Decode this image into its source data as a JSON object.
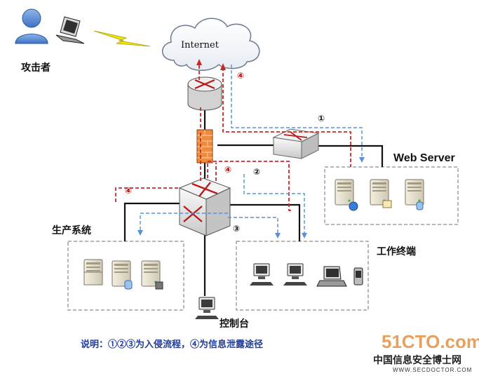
{
  "labels": {
    "attacker": "攻击者",
    "internet": "Internet",
    "web_server": "Web Server",
    "production": "生产系统",
    "workstations": "工作终端",
    "console": "控制台",
    "caption": "说明：①②③为入侵流程，④为信息泄露途径"
  },
  "markers": {
    "m1": "①",
    "m2": "②",
    "m3": "③",
    "m4_top": "④",
    "m4_mid": "④",
    "m4_left": "④"
  },
  "watermark": {
    "brand": "51CTO.com",
    "site_cn": "中国信息安全博士网",
    "site_url": "WWW.SECDOCTOR.COM"
  },
  "colors": {
    "intrusion_path": "#c62828",
    "leak_path": "#5b8fd6",
    "caption": "#1f3d99"
  },
  "icons": [
    "user-icon",
    "laptop-icon",
    "lightning-icon",
    "cloud-icon",
    "router-icon",
    "firewall-icon",
    "switch-icon",
    "core-switch-icon",
    "server-icon",
    "desktop-icon",
    "pda-icon"
  ]
}
